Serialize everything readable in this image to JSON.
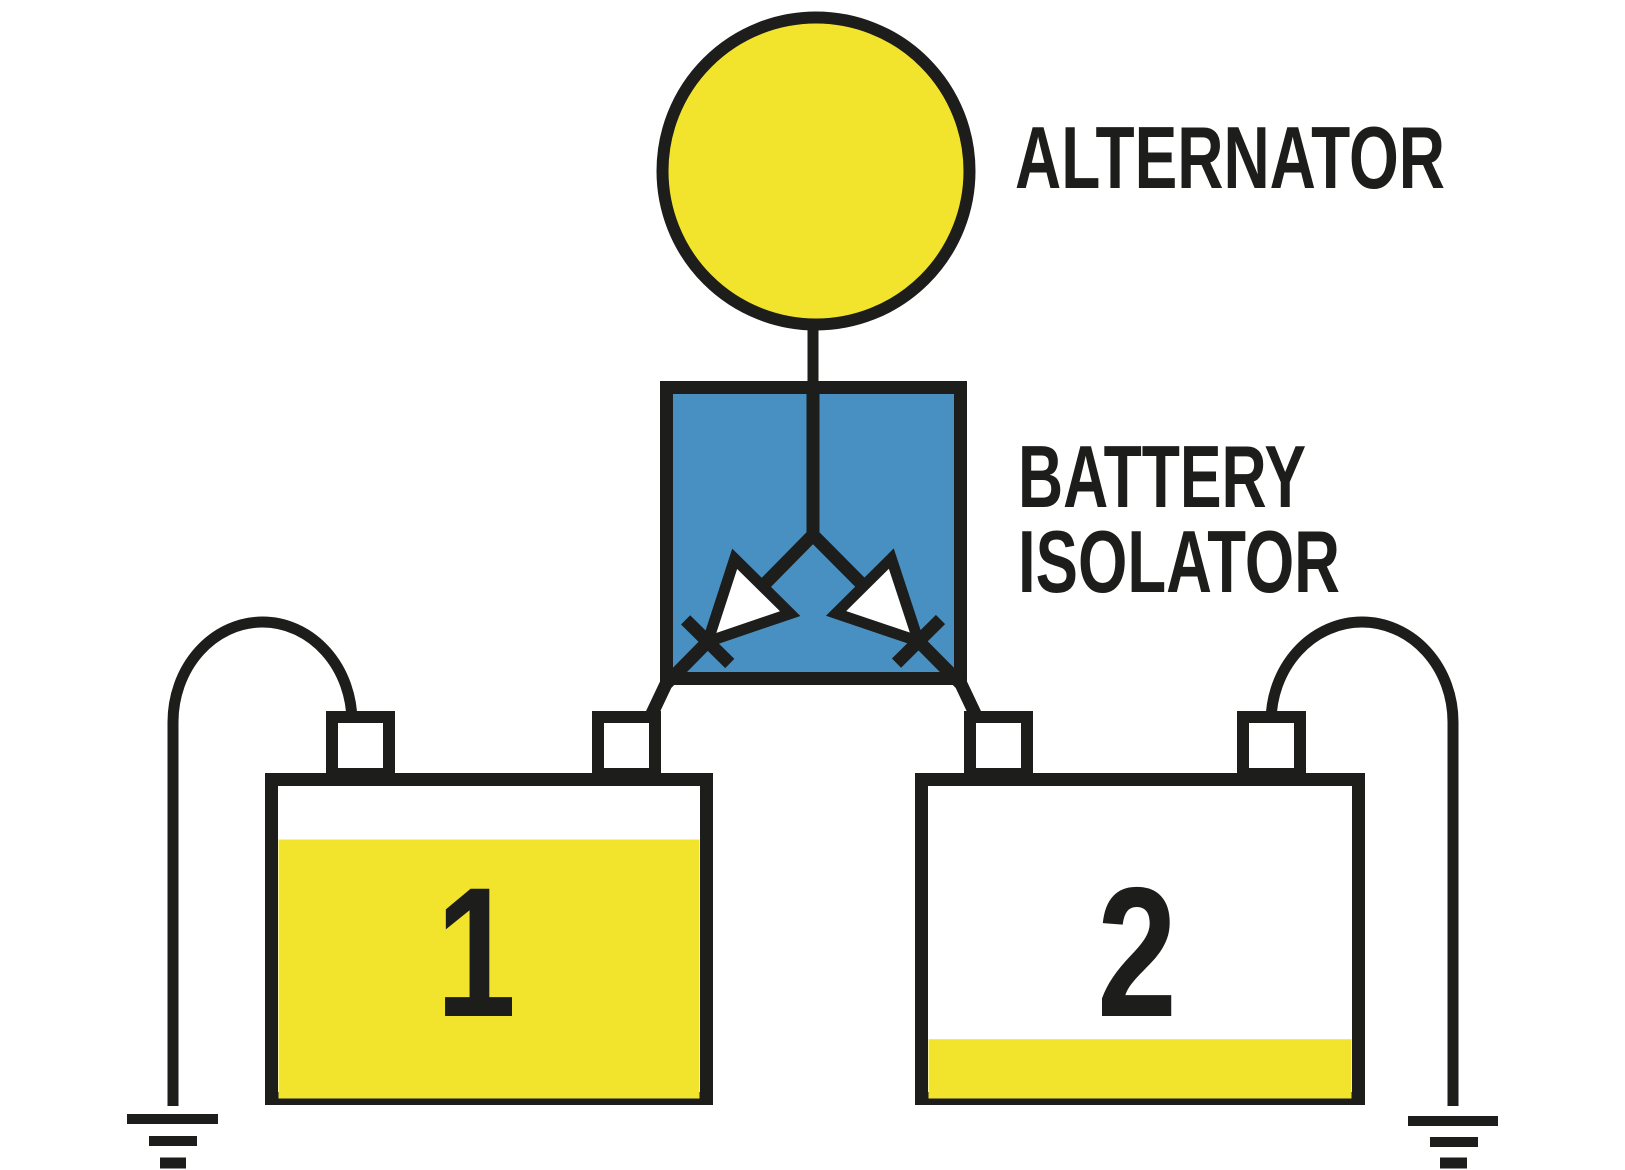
{
  "diagram": {
    "background": "#ffffff",
    "colors": {
      "line": "#1d1d1b",
      "yellow": "#f2e32c",
      "blue": "#4890c2",
      "white": "#ffffff"
    },
    "alternator": {
      "label": "ALTERNATOR",
      "symbol": "circle"
    },
    "isolator": {
      "label_line1": "BATTERY",
      "label_line2": "ISOLATOR",
      "diode_count": 2
    },
    "batteries": {
      "battery1": {
        "label": "1",
        "charge_percent": 83
      },
      "battery2": {
        "label": "2",
        "charge_percent": 19
      }
    },
    "grounds": {
      "left": "ground-symbol",
      "right": "ground-symbol"
    }
  }
}
